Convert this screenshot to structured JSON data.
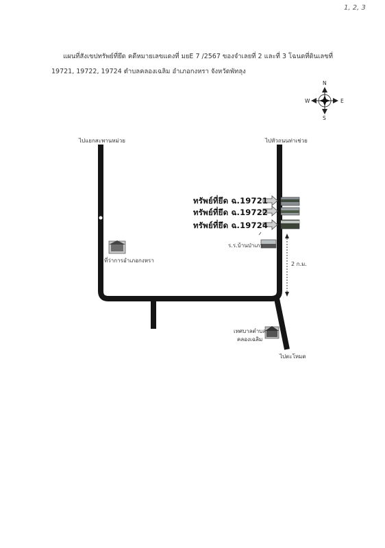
{
  "page_number": "1, 2, 3",
  "header": {
    "line1": "แผนที่สังเขปทรัพย์ที่ยึด คดีหมายเลขแดงที่ มยE 7 /2567 ของจำเลยที่ 2 และที่ 3 โฉนดที่ดินเลขที่",
    "line2": "19721, 19722, 19724   ตำบลคลองเฉลิม  อำเภอกงหรา  จังหวัดพัทลุง"
  },
  "compass": {
    "north": "N",
    "south": "S",
    "east": "E",
    "west": "W"
  },
  "roads": {
    "left_top_label": "ไปแยกสะพานหม่วย",
    "right_top_label": "ไปหัวถนนท่าเช่วย",
    "bottom_label": "ไปตะโหมด"
  },
  "properties": [
    {
      "label": "ทรัพย์ที่ยึด",
      "code": "ฉ.19721"
    },
    {
      "label": "ทรัพย์ที่ยึด",
      "code": "ฉ.19722"
    },
    {
      "label": "ทรัพย์ที่ยึด",
      "code": "ฉ.19724"
    }
  ],
  "landmarks": {
    "district_office": "ที่ว่าการอำเภอกงหรา",
    "school": "ร.ร.บ้านป่าเภา",
    "municipality_line1": "เทศบาลตำบล",
    "municipality_line2": "คลองเฉลิม"
  },
  "distance": "2 ก.ม."
}
